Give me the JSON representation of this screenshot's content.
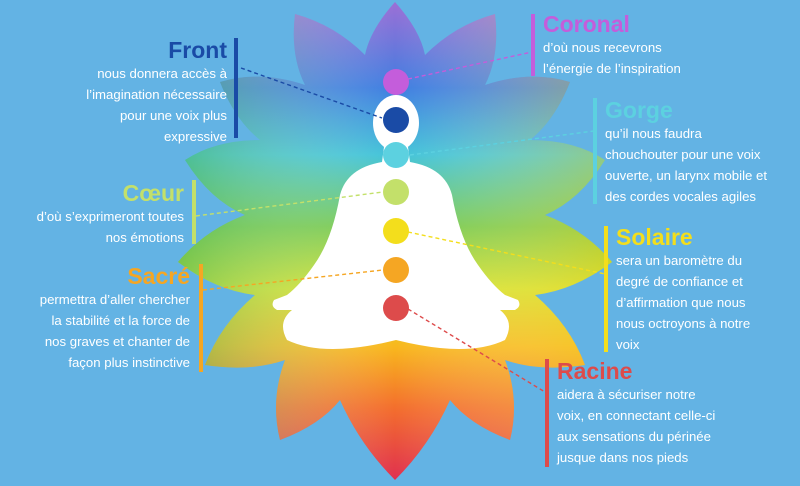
{
  "colors": {
    "background": "#63b3e4",
    "coronal": "#c45ddb",
    "front": "#1a4ba6",
    "gorge": "#5cd1e0",
    "coeur": "#c3e06a",
    "solaire": "#f3de1c",
    "sacre": "#f5a623",
    "racine": "#dd4b4b"
  },
  "labels": {
    "front": {
      "title": "Front",
      "lines": [
        "nous donnera accès à",
        "l’imagination nécessaire",
        "pour une voix plus",
        "expressive"
      ]
    },
    "coronal": {
      "title": "Coronal",
      "lines": [
        "d’où nous recevrons",
        "l’énergie de l’inspiration"
      ]
    },
    "gorge": {
      "title": "Gorge",
      "lines": [
        "qu’il nous faudra",
        "chouchouter pour une voix",
        "ouverte, un larynx mobile et",
        "des cordes vocales agiles"
      ]
    },
    "coeur": {
      "title": "Cœur",
      "lines": [
        "d’où s’exprimeront toutes",
        "nos émotions"
      ]
    },
    "solaire": {
      "title": "Solaire",
      "lines": [
        "sera un baromètre du",
        "degré de confiance et",
        "d’affirmation que nous",
        "nous octroyons à notre",
        "voix"
      ]
    },
    "sacre": {
      "title": "Sacré",
      "lines": [
        "permettra d’aller chercher",
        "la stabilité et la force de",
        "nos graves et chanter de",
        "façon plus instinctive"
      ]
    },
    "racine": {
      "title": "Racine",
      "lines": [
        "aidera à sécuriser notre",
        "voix, en connectant celle-ci",
        "aux sensations du périnée",
        "jusque dans nos pieds"
      ]
    }
  }
}
